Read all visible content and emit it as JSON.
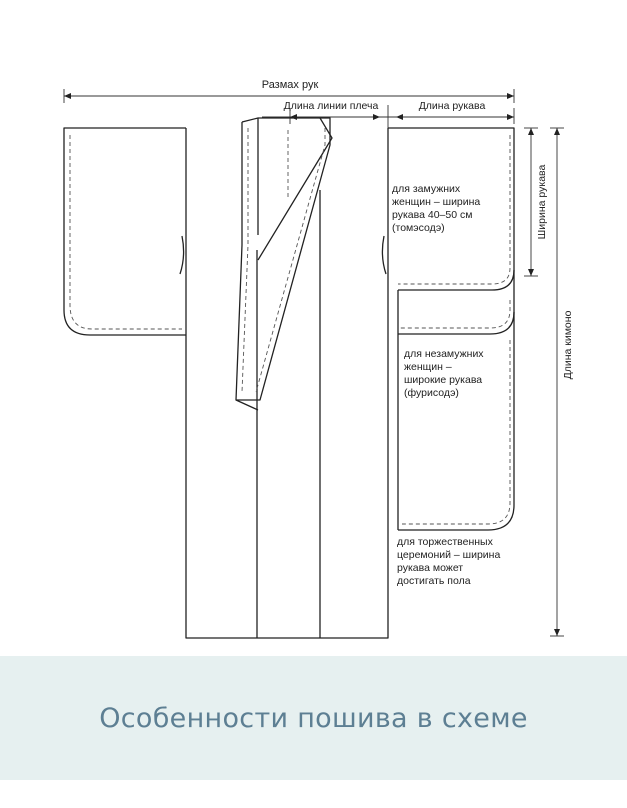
{
  "diagram": {
    "labels": {
      "arm_span": "Размах рук",
      "shoulder_length": "Длина линии плеча",
      "sleeve_length": "Длина рукава",
      "sleeve_width": "Ширина рукава",
      "kimono_length": "Длина кимоно"
    },
    "annotations": {
      "married": [
        "для замужних",
        "женщин – ширина",
        "рукава 40–50 см",
        "(томэсодэ)"
      ],
      "unmarried": [
        "для незамужних",
        "женщин –",
        "широкие рукава",
        "(фурисодэ)"
      ],
      "ceremonial": [
        "для торжественных",
        "церемоний – ширина",
        "рукава может",
        "достигать пола"
      ]
    }
  },
  "caption": {
    "text": "Особенности пошива в схеме"
  },
  "colors": {
    "caption_band": "#e6f0f0",
    "caption_text": "#5d7f93",
    "line": "#222222"
  }
}
